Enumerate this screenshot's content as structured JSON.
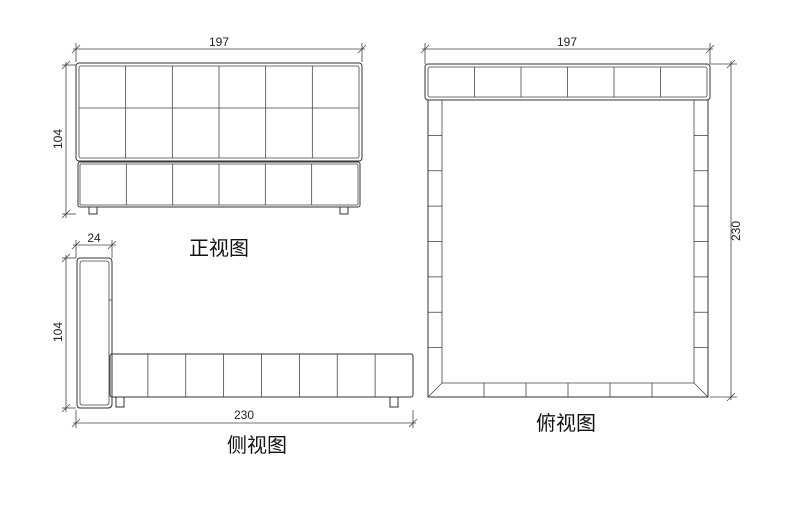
{
  "views": {
    "front": {
      "title": "正视图",
      "width": "197",
      "height": "104"
    },
    "side": {
      "title": "侧视图",
      "length": "230",
      "height": "104",
      "thickness": "24"
    },
    "top": {
      "title": "俯视图",
      "width": "197",
      "length": "230"
    }
  }
}
